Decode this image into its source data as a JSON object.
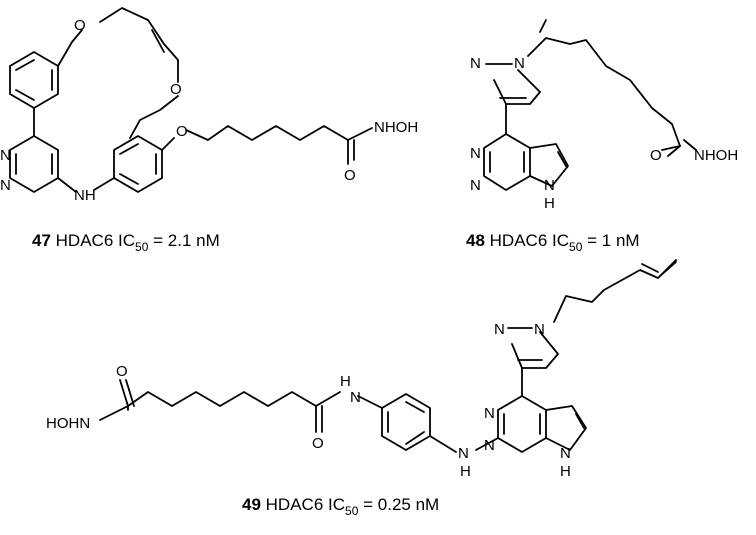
{
  "compounds": [
    {
      "number": "47",
      "target": "HDAC6",
      "ic_prefix": "IC",
      "ic_sub": "50",
      "value": "= 2.1 nM",
      "atoms": {
        "o1": "O",
        "o2": "O",
        "o3": "O",
        "n1": "N",
        "n2": "N",
        "nh": "NH",
        "carbonyl_o": "O",
        "nhoh": "NHOH"
      }
    },
    {
      "number": "48",
      "target": "HDAC6",
      "ic_prefix": "IC",
      "ic_sub": "50",
      "value": "= 1 nM",
      "atoms": {
        "pz_n1": "N",
        "pz_n2": "N",
        "n1": "N",
        "n2": "N",
        "n3": "N",
        "h": "H",
        "carbonyl_o": "O",
        "nhoh": "NHOH"
      }
    },
    {
      "number": "49",
      "target": "HDAC6",
      "ic_prefix": "IC",
      "ic_sub": "50",
      "value": "= 0.25 nM",
      "atoms": {
        "pz_n1": "N",
        "pz_n2": "N",
        "n1": "N",
        "n2": "N",
        "n3": "N",
        "h": "H",
        "hohn": "HOHN",
        "o1": "O",
        "o2": "O",
        "hn": "H",
        "n_amide": "N",
        "h2": "H",
        "nh": "N"
      }
    }
  ]
}
